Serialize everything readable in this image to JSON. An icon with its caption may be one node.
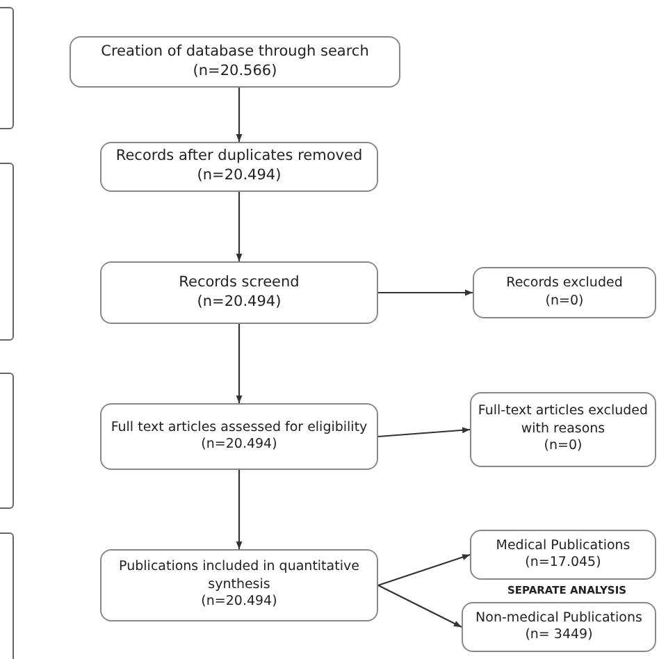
{
  "diagram": {
    "nodes": [
      {
        "text": [],
        "shape": "box"
      },
      {
        "text": [],
        "shape": "box"
      },
      {
        "text": [],
        "shape": "box"
      },
      {
        "text": [],
        "shape": "box"
      },
      {
        "text": [
          "Creation of database through search",
          "(n=20.566)"
        ]
      },
      {
        "text": [
          "Records after duplicates removed",
          "(n=20.494)"
        ]
      },
      {
        "text": [
          "Records screend",
          "(n=20.494)"
        ]
      },
      {
        "text": [
          "Records excluded",
          "(n=0)"
        ]
      },
      {
        "text": [
          "Full text articles assessed for eligibility",
          "(n=20.494)"
        ]
      },
      {
        "text": [
          "Full-text articles excluded with reasons",
          "(n=0)"
        ]
      },
      {
        "text": [
          "Publications included in quantitative synthesis",
          "(n=20.494)"
        ]
      },
      {
        "text": [
          "Medical Publications",
          "(n=17.045)"
        ]
      },
      {
        "text": [
          "Non-medical Publications",
          "(n= 3449)"
        ]
      }
    ],
    "edges": [
      {
        "from": 4,
        "to": 5,
        "arrow": "to"
      },
      {
        "from": 5,
        "to": 6,
        "arrow": "to"
      },
      {
        "from": 6,
        "to": 7,
        "arrow": "to"
      },
      {
        "from": 6,
        "to": 8,
        "arrow": "to"
      },
      {
        "from": 8,
        "to": 9,
        "arrow": "to"
      },
      {
        "from": 8,
        "to": 10,
        "arrow": "to"
      },
      {
        "from": 10,
        "to": 11,
        "arrow": "to"
      },
      {
        "from": 10,
        "to": 12,
        "arrow": "to"
      }
    ],
    "labels": [
      "SEPARATE ANALYSIS"
    ]
  }
}
